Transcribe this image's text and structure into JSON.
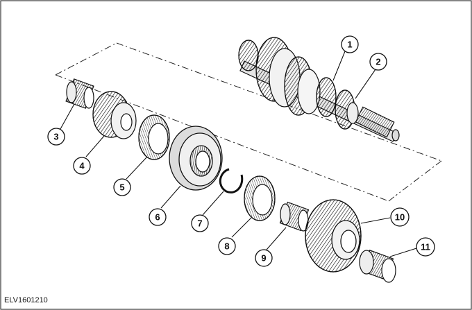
{
  "figure_code": "ELV1601210",
  "callouts": [
    "1",
    "2",
    "3",
    "4",
    "5",
    "6",
    "7",
    "8",
    "9",
    "10",
    "11"
  ]
}
